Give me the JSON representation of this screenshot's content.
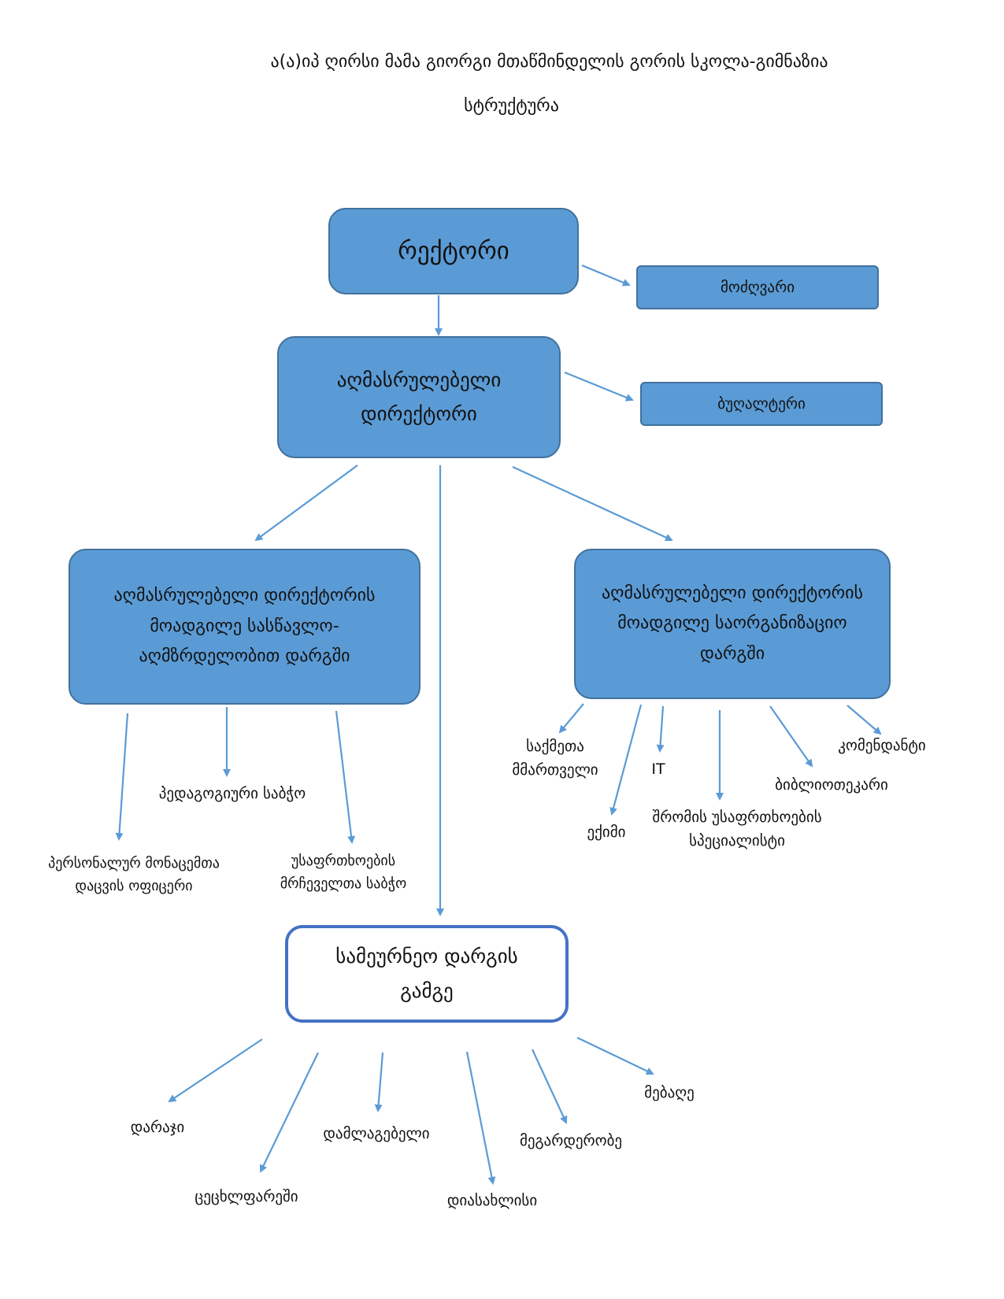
{
  "title": {
    "line1": "ა(ა)იპ ღირსი მამა გიორგი მთაწმინდელის გორის სკოლა-გიმნაზია",
    "line2": "სტრუქტურა"
  },
  "nodes": {
    "rector": "რექტორი",
    "modzghvari": "მოძღვარი",
    "exec_director": "აღმასრულებელი დირექტორი",
    "accountant": "ბუღალტერი",
    "deputy_education": "აღმასრულებელი დირექტორის მოადგილე სასწავლო-აღმზრდელობით დარგში",
    "deputy_organization": "აღმასრულებელი დირექტორის მოადგილე საორგანიზაციო დარგში",
    "pedagogical_council": "პედაგოგიური საბჭო",
    "data_protection_officer": "პერსონალურ მონაცემთა დაცვის ოფიცერი",
    "safety_council": "უსაფრთხოების მრჩეველთა საბჭო",
    "records_manager": "საქმეთა მმართველი",
    "doctor": "ექიმი",
    "it": "IT",
    "labor_safety": "შრომის უსაფრთხოების სპეციალისტი",
    "librarian": "ბიბლიოთეკარი",
    "commandant": "კომენდანტი",
    "household_head": "სამეურნეო დარგის გამგე",
    "guard": "დარაჯი",
    "boiler_room": "ცეცხლფარეში",
    "cleaner": "დამლაგებელი",
    "dining_hall": "დიასახლისი",
    "wardrobe": "მეგარდერობე",
    "gardener": "მებაღე"
  },
  "colors": {
    "box_fill": "#5b9bd5",
    "box_border": "#41719c",
    "arrow": "#5b9bd5",
    "white_box_border": "#4472c4"
  }
}
